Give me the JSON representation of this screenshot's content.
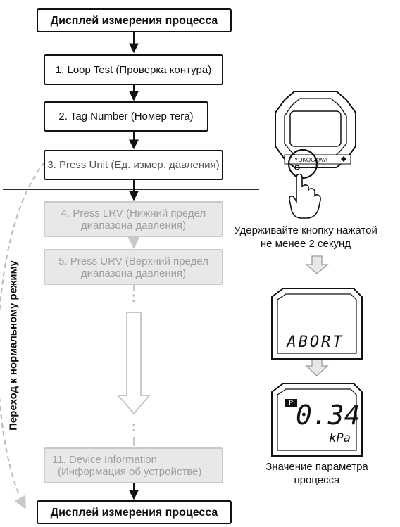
{
  "flow": {
    "top_title": "Дисплей измерения процесса",
    "steps": [
      {
        "label": "1. Loop Test (Проверка контура)"
      },
      {
        "label": "2. Tag Number (Номер тега)"
      },
      {
        "label": "3. Press Unit (Ед. измер. давления)"
      },
      {
        "line1": "4. Press LRV (Нижний предел",
        "line2": "диапазона давления)"
      },
      {
        "line1": "5. Press URV (Верхний предел",
        "line2": "диапазона давления)"
      },
      {
        "line1": "11. Device Information",
        "line2": "(Информация об устройстве)"
      }
    ],
    "bottom_title": "Дисплей измерения процесса",
    "side_label": "Переход к нормальному режиму",
    "ellipsis": ":"
  },
  "device": {
    "brand": "YOKOGAWA",
    "hold_caption_line1": "Удерживайте кнопку нажатой",
    "hold_caption_line2": "не менее 2 секунд",
    "abort_display": "ABORT",
    "p_badge": "P",
    "value_display": "0.34",
    "unit_display": "kPa",
    "value_caption_line1": "Значение параметра",
    "value_caption_line2": "процесса"
  },
  "colors": {
    "active": "#111111",
    "inactive_fill": "#e8e8e8",
    "inactive_text": "#a0a0a0",
    "arrow_grey": "#c8c8c8"
  }
}
